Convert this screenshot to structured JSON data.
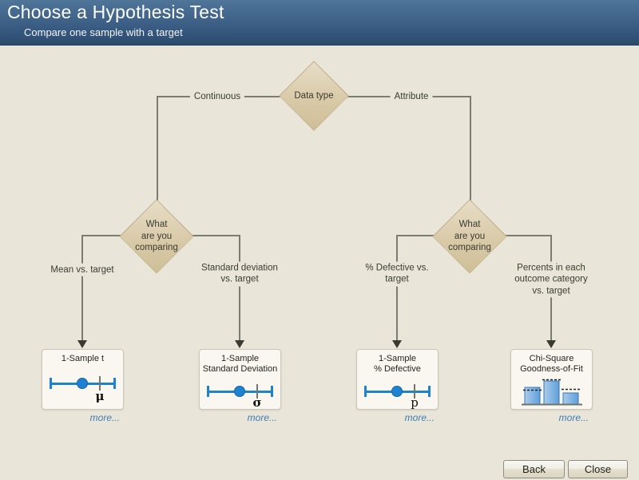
{
  "header": {
    "title": "Choose a Hypothesis Test",
    "subtitle": "Compare one sample with a target"
  },
  "tree": {
    "root": {
      "label": "Data type"
    },
    "branch_left_label": "Continuous",
    "branch_right_label": "Attribute",
    "decision_left": {
      "lines": [
        "What",
        "are you",
        "comparing"
      ]
    },
    "decision_right": {
      "lines": [
        "What",
        "are you",
        "comparing"
      ]
    },
    "outcomes": [
      {
        "lines": [
          "Mean vs. target"
        ]
      },
      {
        "lines": [
          "Standard deviation",
          "vs. target"
        ]
      },
      {
        "lines": [
          "% Defective vs.",
          "target"
        ]
      },
      {
        "lines": [
          "Percents in each",
          "outcome category",
          "vs. target"
        ]
      }
    ]
  },
  "cards": [
    {
      "title_lines": [
        "1-Sample t"
      ],
      "symbol": "μ",
      "icon": "interval-plot-icon",
      "more_label": "more..."
    },
    {
      "title_lines": [
        "1-Sample",
        "Standard Deviation"
      ],
      "symbol": "σ",
      "icon": "interval-plot-icon",
      "more_label": "more..."
    },
    {
      "title_lines": [
        "1-Sample",
        "% Defective"
      ],
      "symbol": "p",
      "icon": "interval-plot-icon",
      "more_label": "more..."
    },
    {
      "title_lines": [
        "Chi-Square",
        "Goodness-of-Fit"
      ],
      "symbol": "",
      "icon": "bar-chart-icon",
      "more_label": "more..."
    }
  ],
  "footer": {
    "back_label": "Back",
    "close_label": "Close"
  },
  "colors": {
    "header_top": "#4f7599",
    "header_bottom": "#2b4a6c",
    "background": "#e9e6d9",
    "diamond_tan": "#d9caa8",
    "accent_blue": "#1e82d2",
    "link_blue": "#3e7cb8",
    "line_gray": "#7b7b6f"
  }
}
